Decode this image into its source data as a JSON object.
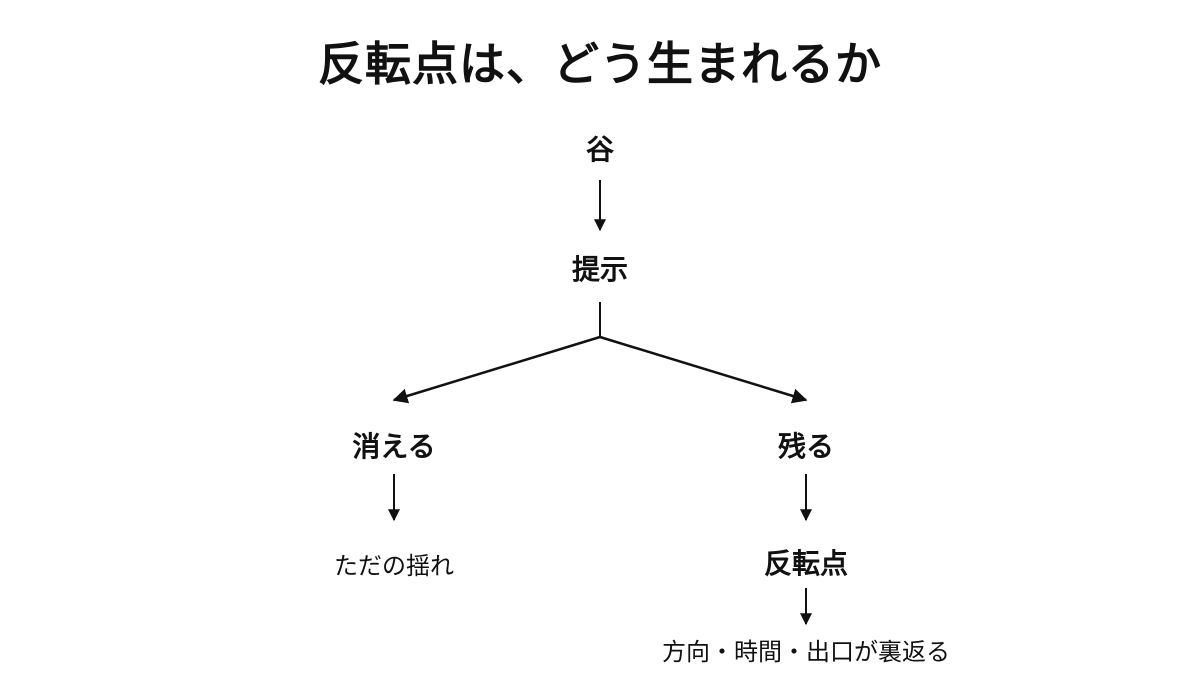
{
  "title": "反転点は、どう生まれるか",
  "nodes": {
    "valley": "谷",
    "presentation": "提示",
    "vanish": "消える",
    "remain": "残る",
    "mere_sway": "ただの揺れ",
    "reversal_point": "反転点",
    "flip": "方向・時間・出口が裏返る"
  },
  "colors": {
    "text": "#111111",
    "line": "#111111",
    "background": "#ffffff"
  }
}
